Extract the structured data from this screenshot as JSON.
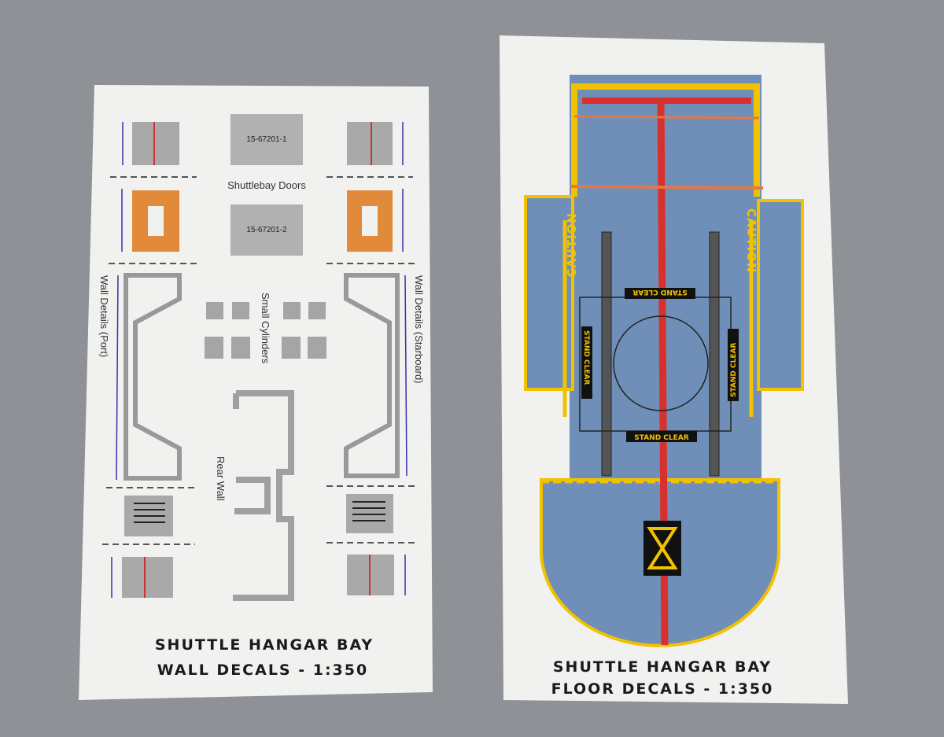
{
  "wall_sheet": {
    "door_code_1": "15-67201-1",
    "door_code_2": "15-67201-2",
    "shuttlebay_doors": "Shuttlebay Doors",
    "wall_port": "Wall Details (Port)",
    "wall_starboard": "Wall Details (Starboard)",
    "small_cylinders": "Small Cylinders",
    "rear_wall": "Rear Wall",
    "title_line1": "SHUTTLE HANGAR BAY",
    "title_line2": "WALL DECALS - 1:350"
  },
  "floor_sheet": {
    "caution_left": "CAUTION",
    "caution_right": "CAUTION",
    "stand_clear_top": "STAND CLEAR",
    "stand_clear_bottom": "STAND CLEAR",
    "stand_clear_left": "STAND CLEAR",
    "stand_clear_right": "STAND CLEAR",
    "title_line1": "SHUTTLE HANGAR BAY",
    "title_line2": "FLOOR DECALS - 1:350"
  },
  "colors": {
    "background": "#8e9195",
    "paper": "#f1f1ef",
    "floor_blue": "#6f8fb8",
    "stripe_yellow": "#f2c200",
    "stripe_red": "#d8302c",
    "hazard_orange": "#e08a3a",
    "panel_gray": "#a8a8a8"
  }
}
